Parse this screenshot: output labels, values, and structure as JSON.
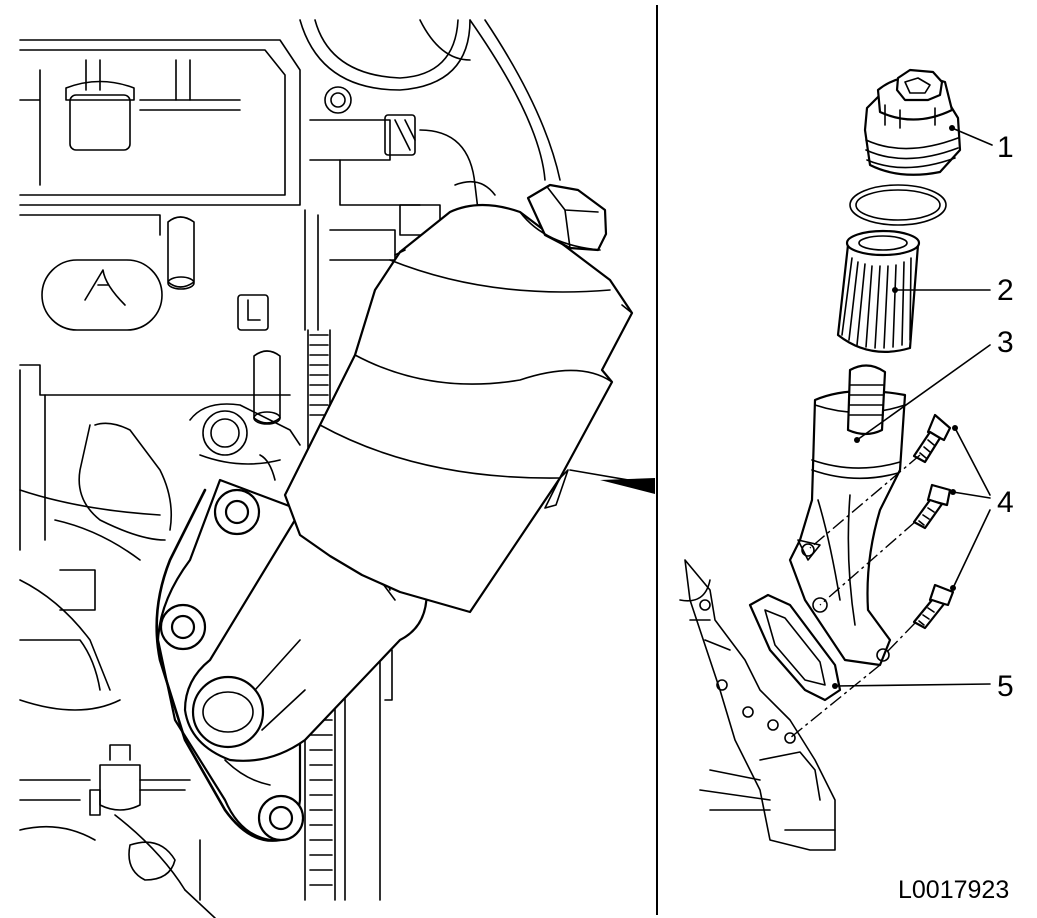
{
  "figure": {
    "reference_code": "L0017923",
    "callouts": [
      {
        "id": "1",
        "label": "1"
      },
      {
        "id": "2",
        "label": "2"
      },
      {
        "id": "3",
        "label": "3"
      },
      {
        "id": "4",
        "label": "4"
      },
      {
        "id": "5",
        "label": "5"
      }
    ]
  },
  "colors": {
    "ink": "#000000",
    "paper": "#ffffff"
  },
  "icons": {
    "arrow": "pointer-arrow-icon"
  }
}
